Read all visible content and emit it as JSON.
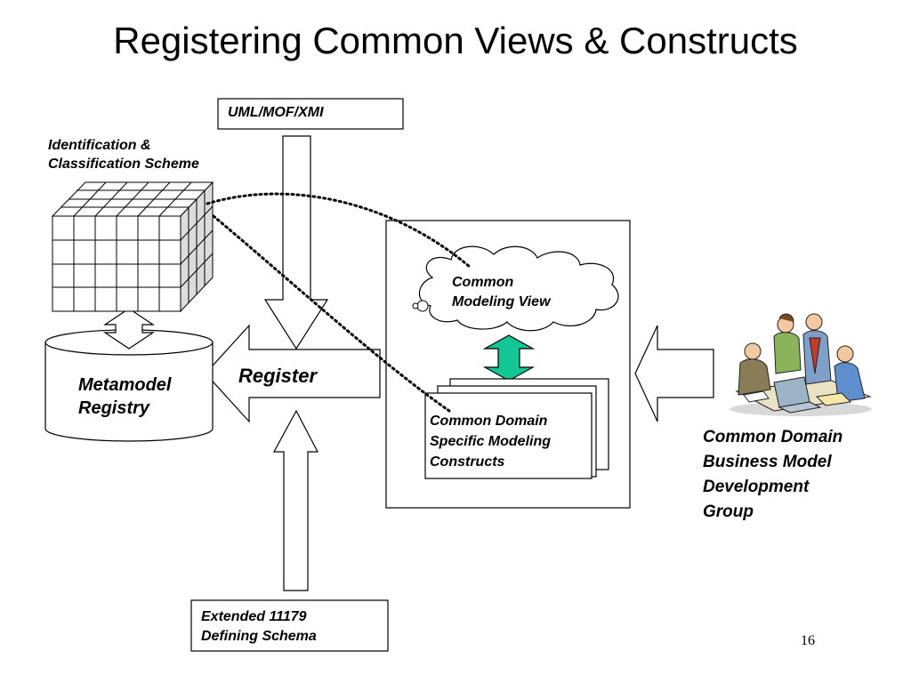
{
  "slide": {
    "title": "Registering Common Views &  Constructs",
    "page_number": "16"
  },
  "labels": {
    "uml": "UML/MOF/XMI",
    "identification": [
      "Identification &",
      "Classification Scheme"
    ],
    "metamodel_registry": [
      "Metamodel",
      "Registry"
    ],
    "register": "Register",
    "common_modeling_view": [
      "Common",
      "Modeling View"
    ],
    "common_domain_constructs": [
      "Common Domain",
      "Specific Modeling",
      "Constructs"
    ],
    "development_group": [
      "Common Domain",
      "Business Model",
      "Development",
      "Group"
    ],
    "extended_schema": [
      "Extended 11179",
      "Defining Schema"
    ]
  },
  "colors": {
    "double_arrow_fill": "#13c693",
    "line": "#000000",
    "cube_side": "#dcdcdc"
  },
  "icons": {
    "people": "business-people-clipart-icon"
  }
}
